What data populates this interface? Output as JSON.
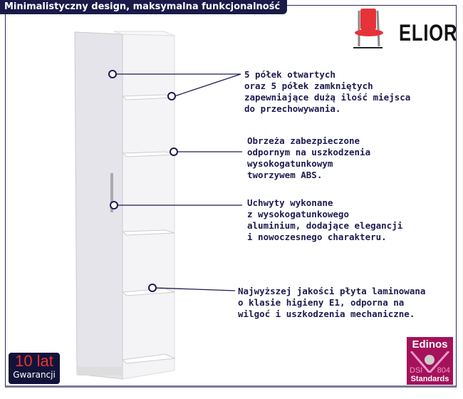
{
  "header": {
    "title": "Minimalistyczny design, maksymalna funkcjonalność"
  },
  "brand": {
    "name": "ELIOR"
  },
  "features": [
    {
      "text": "5 półek otwartych\noraz 5 półek zamkniętych\nzapewniające dużą ilość miejsca\ndo przechowywania."
    },
    {
      "text": "Obrzeża zabezpieczone\nodpornym na uszkodzenia\nwysokogatunkowym\ntworzywem ABS."
    },
    {
      "text": "Uchwyty wykonane\nz wysokogatunkowego\naluminium, dodające elegancji\ni nowoczesnego charakteru."
    },
    {
      "text": "Najwyższej jakości płyta laminowana\no klasie higieny E1, odporna na\nwilgoć i uszkodzenia mechaniczne."
    }
  ],
  "warranty": {
    "years": "10 lat",
    "label": "Gwarancji"
  },
  "certificate": {
    "name": "Edinos",
    "left": "DSI",
    "right": "804",
    "label": "Standards"
  }
}
